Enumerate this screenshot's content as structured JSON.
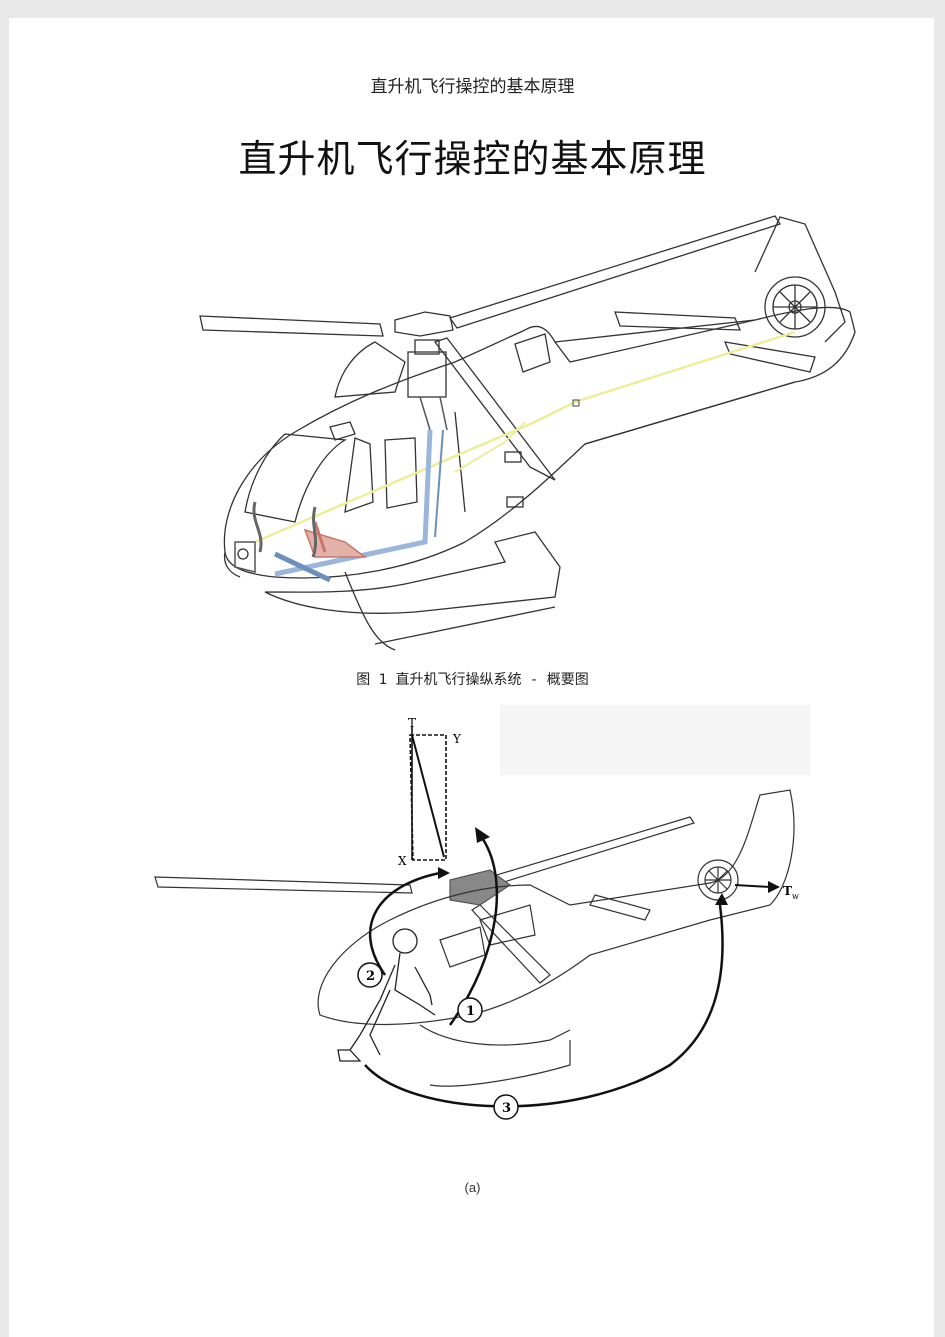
{
  "header": {
    "running_title": "直升机飞行操控的基本原理"
  },
  "document": {
    "title": "直升机飞行操控的基本原理"
  },
  "figure1": {
    "caption": "图 1 直升机飞行操纵系统 - 概要图",
    "icon": "helicopter-flight-control-system-diagram",
    "colors": {
      "control_rod": "#9ab6dc",
      "pedal_link": "#c8766a",
      "cable": "#eeee99"
    }
  },
  "figure2": {
    "caption": "(a)",
    "icon": "pilot-controls-force-diagram",
    "labels": {
      "t": "T",
      "y": "Y",
      "x": "X",
      "tw": "T",
      "tw_sub": "w",
      "n1": "1",
      "n2": "2",
      "n3": "3"
    }
  }
}
